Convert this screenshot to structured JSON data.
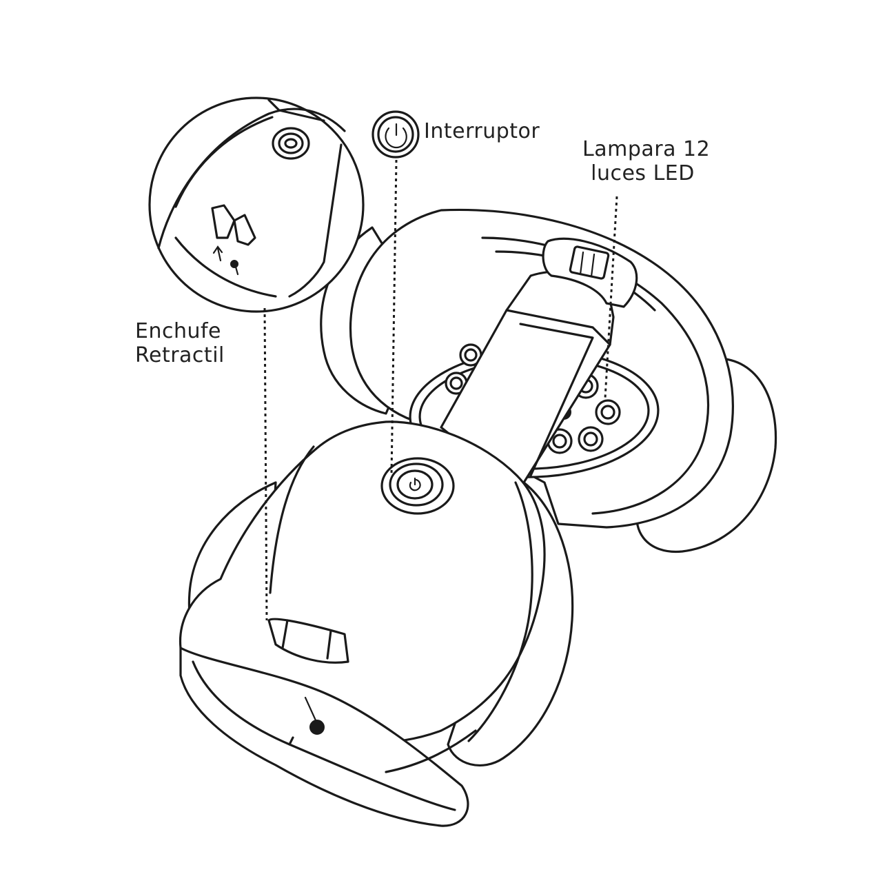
{
  "labels": {
    "switch": "Interruptor",
    "lamp_line1": "Lampara 12",
    "lamp_line2": "luces LED",
    "plug_line1": "Enchufe",
    "plug_line2": "Retractil"
  },
  "colors": {
    "stroke": "#1a1a1a",
    "background": "#ffffff",
    "text": "#222222"
  },
  "icons": {
    "switch": "power-icon"
  }
}
